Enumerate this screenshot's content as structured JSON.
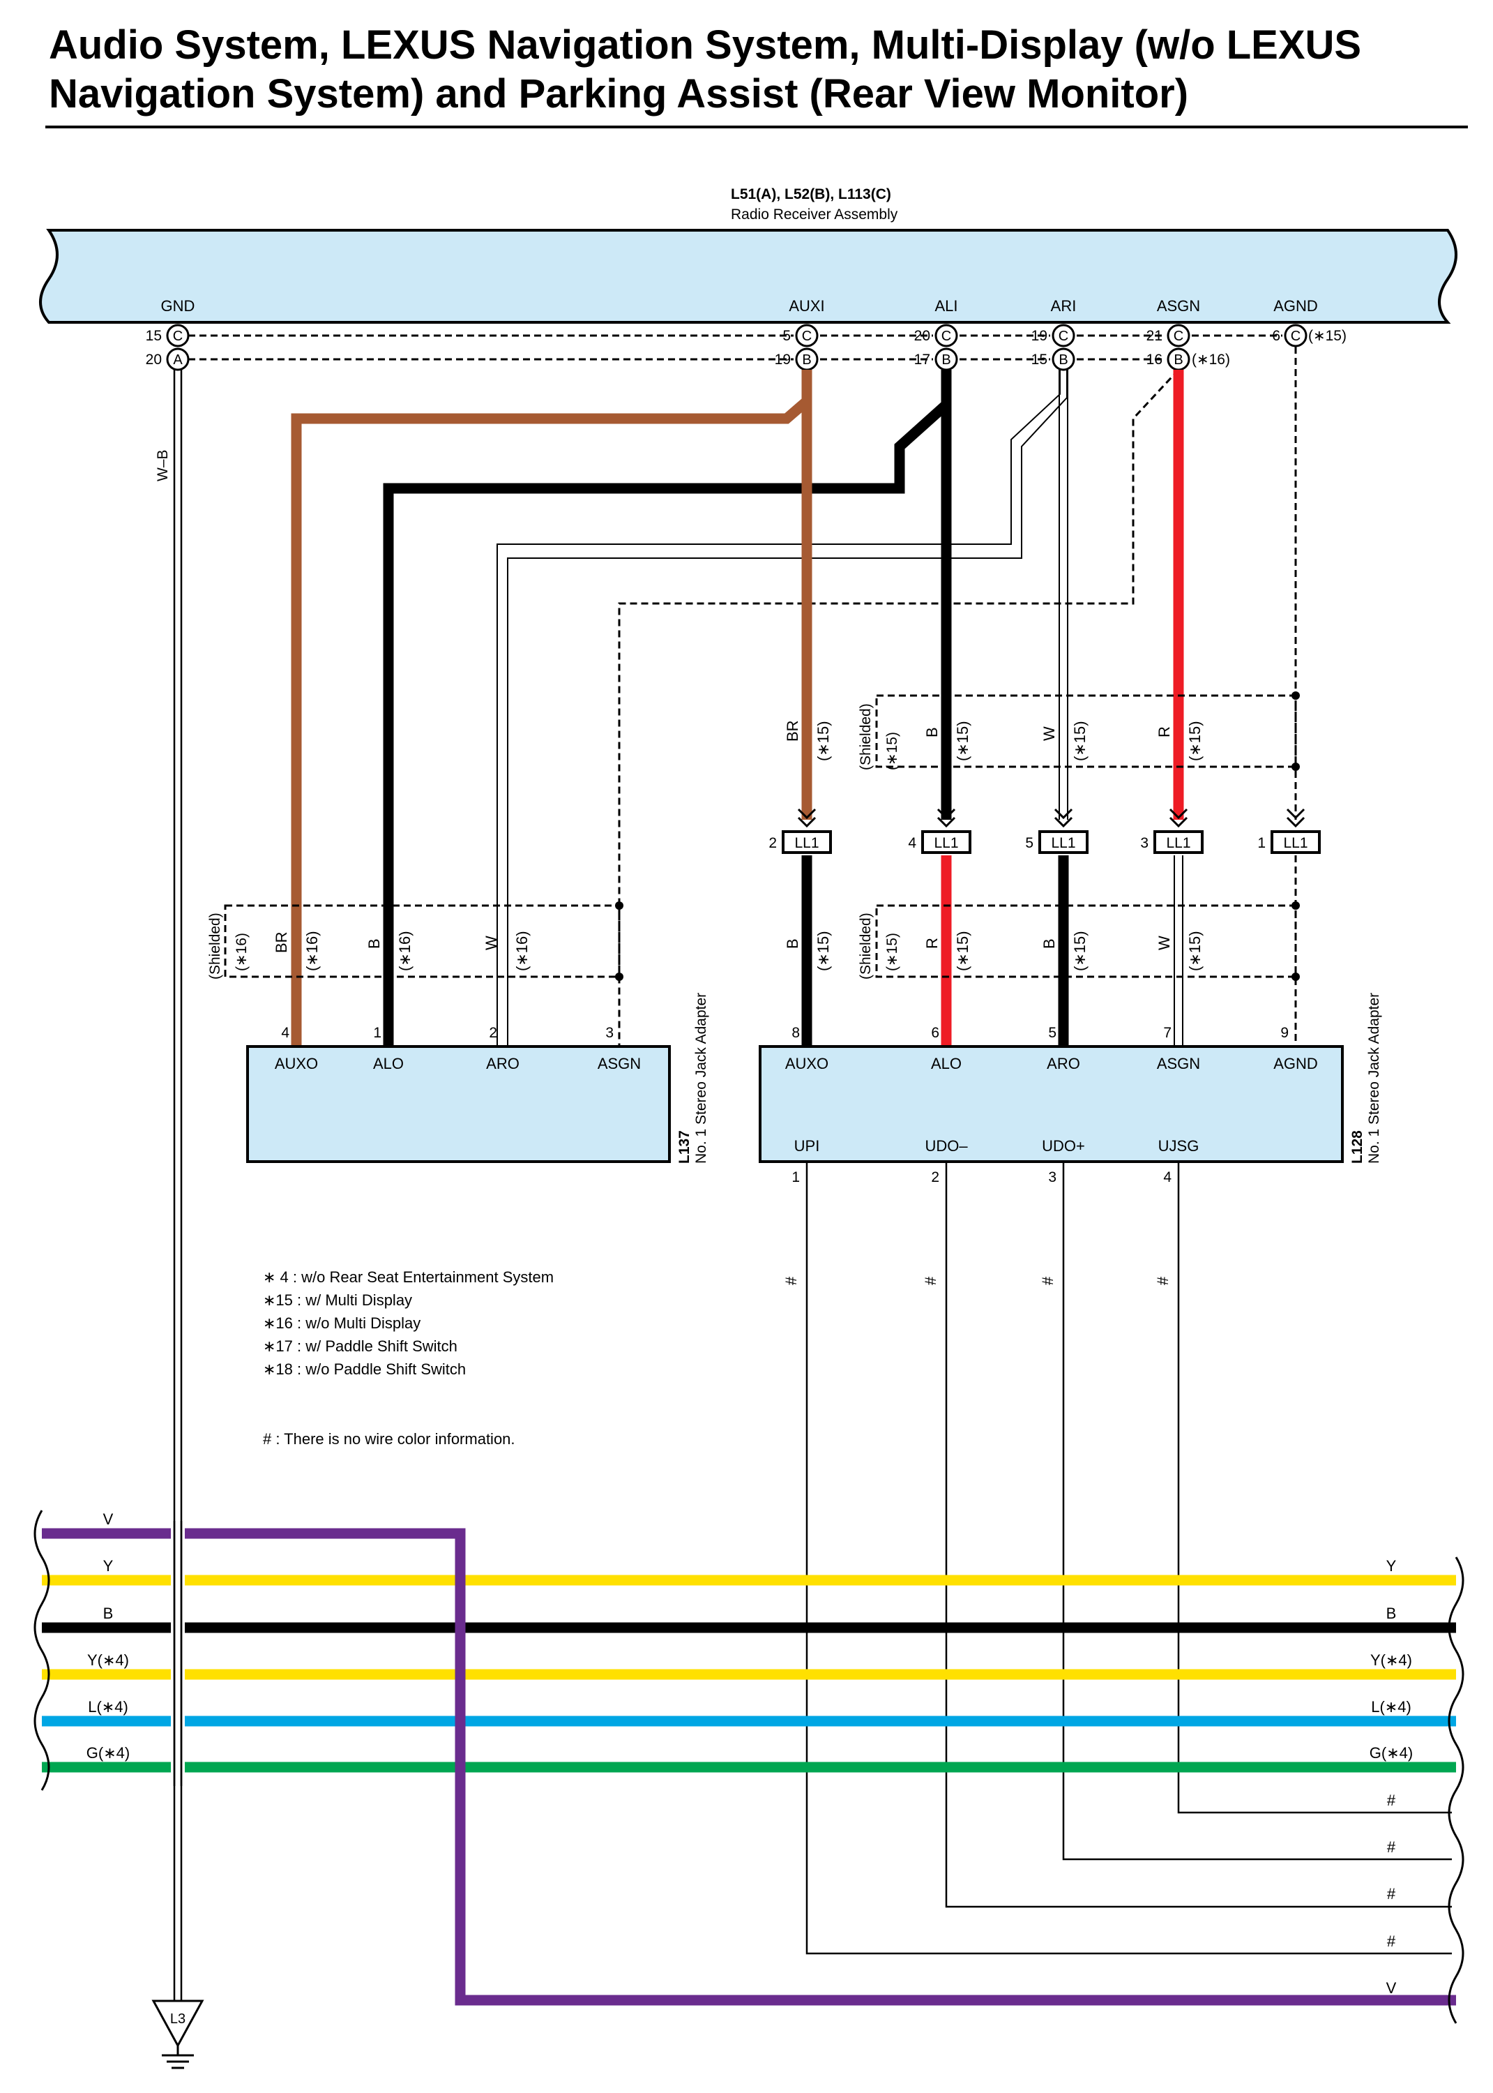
{
  "title": "Audio System, LEXUS Navigation System, Multi-Display (w/o LEXUS Navigation System) and Parking Assist (Rear View Monitor)",
  "receiver": {
    "id": "L51(A), L52(B), L113(C)",
    "name": "Radio Receiver Assembly",
    "terminals": [
      "GND",
      "AUXI",
      "ALI",
      "ARI",
      "ASGN",
      "AGND"
    ],
    "pins": {
      "gnd_c": "15",
      "gnd_a": "20",
      "auxi_c": "5",
      "auxi_b": "19",
      "ali_c": "20",
      "ali_b": "17",
      "ari_c": "19",
      "ari_b": "15",
      "asgn_c": "21",
      "asgn_b": "16",
      "agnd_c": "6"
    },
    "connector_letters": {
      "c": "C",
      "a": "A",
      "b": "B"
    },
    "notes": {
      "agnd": "(∗15)",
      "asgn_b": "(∗16)"
    }
  },
  "ground_wire": {
    "color": "W–B",
    "ground": "L3"
  },
  "shield": {
    "label": "(Shielded)",
    "n15": "(∗15)",
    "n16": "(∗16)"
  },
  "upper_wires": [
    {
      "color": "BR",
      "note": "(∗15)"
    },
    {
      "color": "B",
      "note": "(∗15)"
    },
    {
      "color": "W",
      "note": "(∗15)"
    },
    {
      "color": "R",
      "note": "(∗15)"
    }
  ],
  "ll1": {
    "label": "LL1",
    "pins": [
      "2",
      "4",
      "5",
      "3",
      "1"
    ],
    "wires_below": [
      {
        "color": "B",
        "note": "(∗15)"
      },
      {
        "color": "R",
        "note": "(∗15)"
      },
      {
        "color": "B",
        "note": "(∗15)"
      },
      {
        "color": "W",
        "note": "(∗15)"
      }
    ]
  },
  "l137": {
    "id": "L137",
    "name": "No. 1 Stereo Jack Adapter",
    "terminals": [
      "AUXO",
      "ALO",
      "ARO",
      "ASGN"
    ],
    "pins": [
      "4",
      "1",
      "2",
      "3"
    ],
    "wires": [
      {
        "color": "BR",
        "note": "(∗16)"
      },
      {
        "color": "B",
        "note": "(∗16)"
      },
      {
        "color": "W",
        "note": "(∗16)"
      }
    ]
  },
  "l128": {
    "id": "L128",
    "name": "No. 1 Stereo Jack Adapter",
    "terminals": [
      "AUXO",
      "ALO",
      "ARO",
      "ASGN",
      "AGND"
    ],
    "pins": [
      "8",
      "6",
      "5",
      "7",
      "9"
    ],
    "bottom_terminals": [
      "UPI",
      "UDO–",
      "UDO+",
      "UJSG"
    ],
    "bottom_pins": [
      "1",
      "2",
      "3",
      "4"
    ]
  },
  "hash": "#",
  "legend": [
    "∗ 4 : w/o Rear Seat Entertainment System",
    "∗15 : w/ Multi Display",
    "∗16 : w/o Multi Display",
    "∗17 : w/ Paddle Shift Switch",
    "∗18 : w/o Paddle Shift Switch"
  ],
  "hash_note": "# : There is no wire color information.",
  "bus": {
    "left_labels": [
      "V",
      "Y",
      "B",
      "Y(∗4)",
      "L(∗4)",
      "G(∗4)"
    ],
    "right_labels": [
      "Y",
      "B",
      "Y(∗4)",
      "L(∗4)",
      "G(∗4)",
      "#",
      "#",
      "#",
      "#",
      "V"
    ]
  },
  "colors": {
    "panel": "#cde9f7",
    "brown": "#a65a32",
    "red": "#ee1c25",
    "purple": "#6a2c8e",
    "yellow": "#ffe000",
    "blue": "#00a6e4",
    "green": "#00a651",
    "black": "#000000"
  }
}
